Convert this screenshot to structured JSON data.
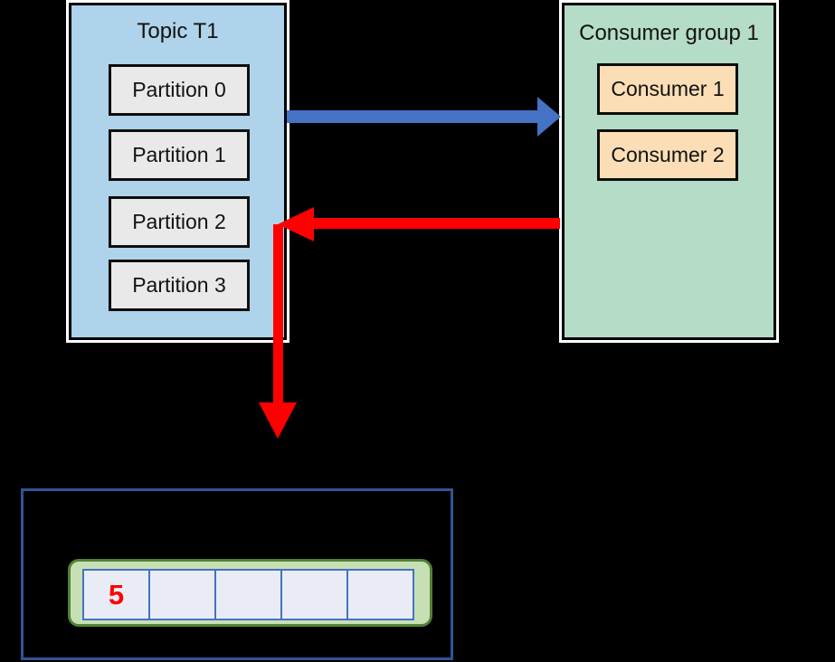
{
  "canvas": {
    "background": "#000000"
  },
  "topic": {
    "title": "Topic T1",
    "fill": "#aed3ea",
    "partition_fill": "#e9e9e9",
    "partitions": [
      "Partition 0",
      "Partition 1",
      "Partition 2",
      "Partition 3"
    ]
  },
  "consumer_group": {
    "title": "Consumer group 1",
    "fill": "#b4dcc6",
    "consumer_fill": "#fbdeb6",
    "consumers": [
      "Consumer 1",
      "Consumer 2"
    ]
  },
  "arrows": {
    "topic_to_group_color": "#4472c4",
    "group_to_partition2_color": "#ff0000",
    "down_to_offsets_color": "#ff0000"
  },
  "offsets_box": {
    "outer_border": "#2f5496",
    "tray_fill": "#c6e0b4",
    "tray_border": "#538135",
    "cell_fill": "#e9ecf5",
    "cell_border": "#4472c4",
    "value_color": "#ff0000",
    "cells": [
      "5",
      "",
      "",
      "",
      ""
    ]
  }
}
